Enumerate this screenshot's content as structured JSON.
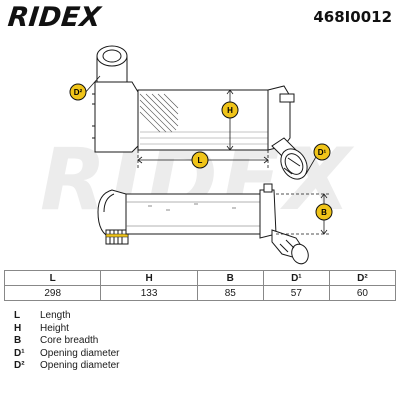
{
  "header": {
    "brand": "RIDEX",
    "part_number": "468I0012"
  },
  "watermark": "RIDEX",
  "diagram_labels": {
    "d2": "D²",
    "h": "H",
    "d1": "D¹",
    "l": "L",
    "b": "B"
  },
  "table": {
    "columns": [
      "L",
      "H",
      "B",
      "D¹",
      "D²"
    ],
    "values": [
      "298",
      "133",
      "85",
      "57",
      "60"
    ]
  },
  "legend": [
    {
      "key": "L",
      "label": "Length"
    },
    {
      "key": "H",
      "label": "Height"
    },
    {
      "key": "B",
      "label": "Core breadth"
    },
    {
      "key": "D¹",
      "label": "Opening diameter"
    },
    {
      "key": "D²",
      "label": "Opening diameter"
    }
  ],
  "colors": {
    "accent": "#f0c419",
    "line": "#1a1a1a",
    "watermark": "#ececec"
  }
}
